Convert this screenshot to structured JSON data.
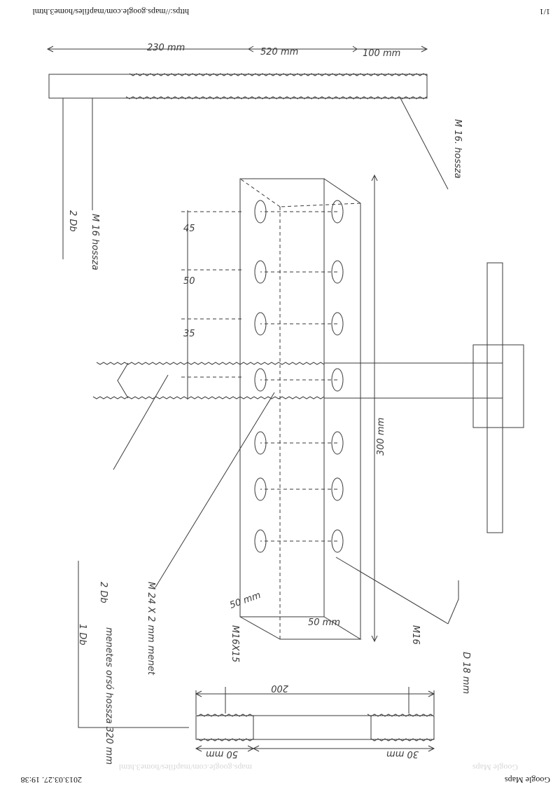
{
  "header": {
    "app_name": "Google Maps",
    "timestamp": "2013.03.27. 19:38",
    "faded_left": "Google Maps",
    "faded_center": "maps.google.com/mapfiles/home3.html"
  },
  "footer": {
    "url": "https://maps.google.com/mapfiles/home3.html",
    "page_number": "1/1"
  },
  "sketch": {
    "top_rod": {
      "dim_total": "200",
      "dim_left": "50 mm",
      "dim_right": "30 mm",
      "label_left": "M16X15",
      "label_right": "M16",
      "label_qty": "2 Db"
    },
    "block": {
      "dim_depth_a": "50 mm",
      "dim_depth_b": "50 mm",
      "dim_height": "300 mm",
      "hole_label": "D 18 mm",
      "spacing_a": "35",
      "spacing_b": "50",
      "spacing_c": "45"
    },
    "screw": {
      "label": "M 24 X 2 mm menet",
      "note": "menetes orsó hossza 320 mm",
      "qty": "1 Db"
    },
    "bottom_rod": {
      "dim_right": "100 mm",
      "dim_mid": "520 mm",
      "dim_left": "230 mm",
      "label_a": "M 16 hossza",
      "label_b": "M 16. hossza",
      "label_qty": "2 Db"
    }
  }
}
